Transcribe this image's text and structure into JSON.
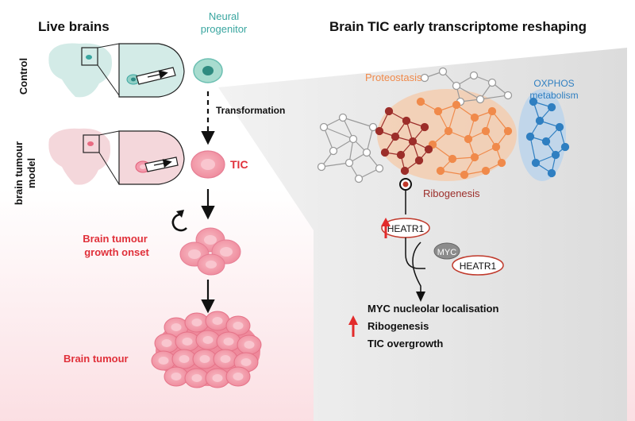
{
  "left_title": "Live brains",
  "right_title": "Brain TIC early transcriptome reshaping",
  "row_labels": {
    "control": "Control",
    "model_line1": "brain tumour",
    "model_line2": "model"
  },
  "neural_progenitor": {
    "line1": "Neural",
    "line2": "progenitor"
  },
  "transformation": "Transformation",
  "tic": "TIC",
  "growth_onset": {
    "line1": "Brain tumour",
    "line2": "growth onset"
  },
  "brain_tumour": "Brain tumour",
  "network": {
    "proteostasis": "Proteostasis",
    "oxphos_line1": "OXPHOS",
    "oxphos_line2": "metabolism",
    "ribogenesis": "Ribogenesis"
  },
  "heatr1": "HEATR1",
  "myc": "MYC",
  "outcomes": [
    "MYC nucleolar localisation",
    "Ribogenesis",
    "TIC overgrowth"
  ],
  "colors": {
    "teal": "#3aa6a0",
    "pink_cell": "#f2a3b0",
    "red_text": "#e0303a",
    "proteostasis_orange": "#f08a4b",
    "oxphos_blue": "#2f7fc1",
    "ribo_darkred": "#9c2e2a",
    "gray_net": "#9a9a9a",
    "arrow_red": "#e22b2b"
  }
}
